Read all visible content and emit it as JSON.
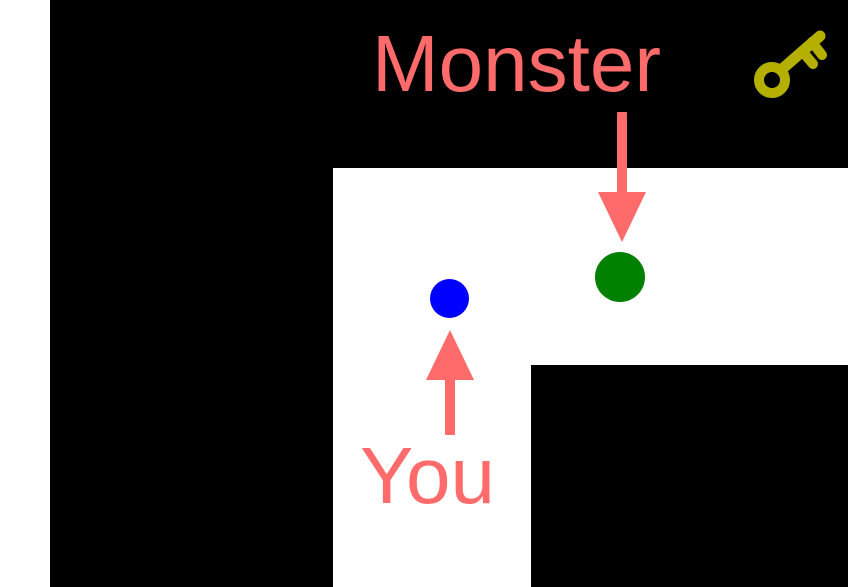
{
  "colors": {
    "background": "#ffffff",
    "wall": "#000000",
    "corridor": "#ffffff",
    "annotation": "#ff6b6b",
    "player": "#0000ff",
    "monster": "#008000",
    "key": "#b5b000"
  },
  "labels": {
    "monster": "Monster",
    "you": "You"
  },
  "entities": {
    "player": "blue-dot",
    "monster": "green-dot",
    "key": "key-icon"
  }
}
